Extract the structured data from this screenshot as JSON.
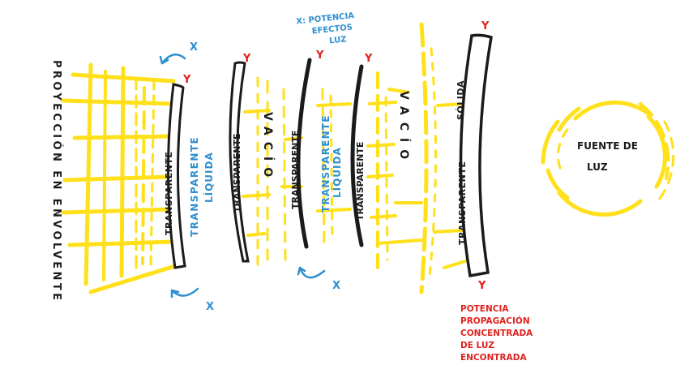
{
  "labels": {
    "proyeccion": "PROYECCIÓN EN ENVOLVENTE",
    "transparente": "TRANSPARENTE",
    "transparente_liquida": "TRANSPARENTE",
    "liquida": "LÍQUIDA",
    "transparente_solida": "TRANSPARENTE",
    "solida": "SÓLIDA",
    "vacio": "VACÍO",
    "fuente_line1": "FUENTE DE",
    "fuente_line2": "LUZ",
    "x": "X",
    "y": "Y",
    "x_note_line1": "X: POTENCIA",
    "x_note_line2": "EFECTOS",
    "x_note_line3": "LUZ",
    "y_note_line1": "POTENCIA",
    "y_note_line2": "PROPAGACIÓN",
    "y_note_line3": "CONCENTRADA",
    "y_note_line4": "DE LUZ",
    "y_note_line5": "ENCONTRADA"
  },
  "colors": {
    "light": "#ffe01a",
    "outline": "#1b1b1b",
    "note_blue": "#2f8fd0",
    "note_red": "#e0221e"
  }
}
